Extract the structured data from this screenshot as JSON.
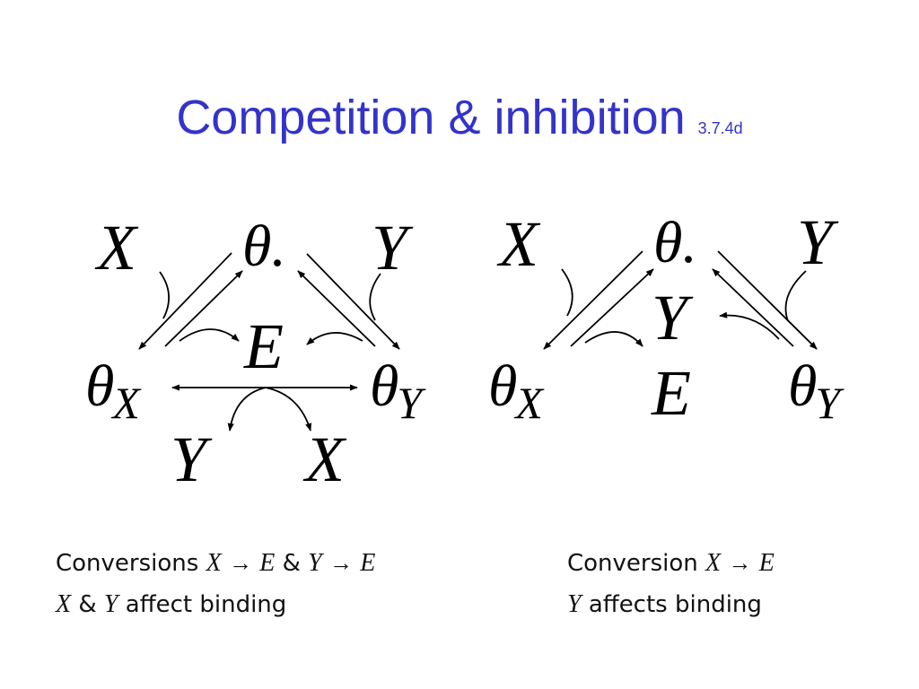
{
  "title": {
    "main": "Competition & inhibition",
    "ref": "3.7.4d"
  },
  "left_diagram": {
    "X": "X",
    "theta_dot": "θ.",
    "Y": "Y",
    "E": "E",
    "theta": "θ",
    "sub_X": "X",
    "sub_Y": "Y",
    "Y_out": "Y",
    "X_out": "X"
  },
  "right_diagram": {
    "X": "X",
    "theta_dot": "θ.",
    "Y": "Y",
    "Y_mid": "Y",
    "E": "E",
    "theta": "θ",
    "sub_X": "X",
    "sub_Y": "Y"
  },
  "captions": {
    "left_line1": {
      "word": "Conversions",
      "a": "X",
      "arrow": "→",
      "b": "E",
      "amp": "&",
      "c": "Y",
      "d": "E"
    },
    "left_line2": {
      "a": "X",
      "amp": "&",
      "b": "Y",
      "text": "affect binding"
    },
    "right_line1": {
      "word": "Conversion",
      "a": "X",
      "arrow": "→",
      "b": "E"
    },
    "right_line2": {
      "a": "Y",
      "text": "affects binding"
    }
  }
}
